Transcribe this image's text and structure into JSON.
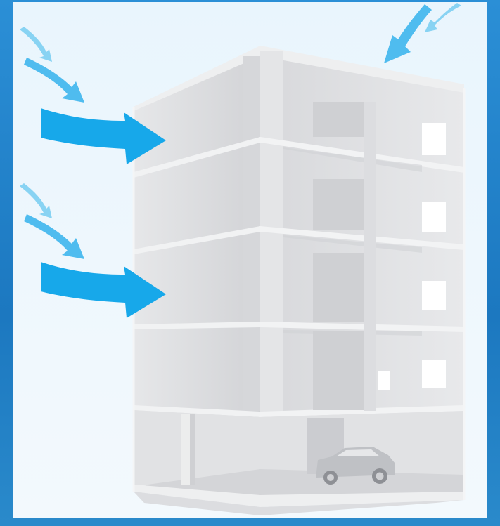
{
  "colors": {
    "outer_background": "#1f7fc7",
    "panel_background": "#eef7fd",
    "building_light": "#e3e4e6",
    "building_mid": "#d3d4d7",
    "building_dark": "#c4c6c9",
    "slab_edge": "#f2f3f4",
    "arrow_strong": "#17a8ea",
    "arrow_light": "#88d3f3"
  },
  "diagram": {
    "subject": "multi-storey-building-cutaway",
    "floors_above_ground": 4,
    "has_parking_level": true,
    "wind_arrow_groups": 2,
    "rain_arrow_group_top_right": true
  }
}
